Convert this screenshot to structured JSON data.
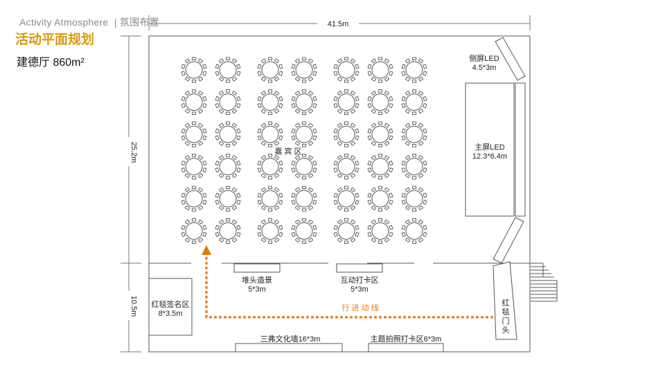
{
  "header": {
    "en": "Activity  Atmosphere",
    "divider": "|",
    "cn": "氛围布置"
  },
  "title": "活动平面规划",
  "hall_name": "建德厅  860m²",
  "dimensions": {
    "width": "41.5m",
    "upper_height": "25.2m",
    "lower_height": "10.5m"
  },
  "zones": {
    "guest_area": "嘉 宾 区",
    "side_led": {
      "name": "侧屏LED",
      "size": "4.5*3m"
    },
    "main_led": {
      "name": "主屏LED",
      "size": "12.3*6.4m"
    },
    "pile_scene": {
      "name": "堆头造景",
      "size": "5*3m"
    },
    "interactive": {
      "name": "互动打卡区",
      "size": "5*3m"
    },
    "signin": {
      "name": "红毯签名区",
      "size": "8*3.5m"
    },
    "culture_wall": "三弗文化墙16*3m",
    "photo_area": "主题拍照打卡区6*3m",
    "red_carpet_door": [
      "红",
      "毯",
      "门",
      "头"
    ],
    "flow_line": "行 进 动 线"
  },
  "tables": {
    "rows": 6,
    "groups": [
      2,
      2,
      3
    ]
  },
  "colors": {
    "title": "#d59b10",
    "flow": "#e8760a",
    "line": "#555555"
  }
}
